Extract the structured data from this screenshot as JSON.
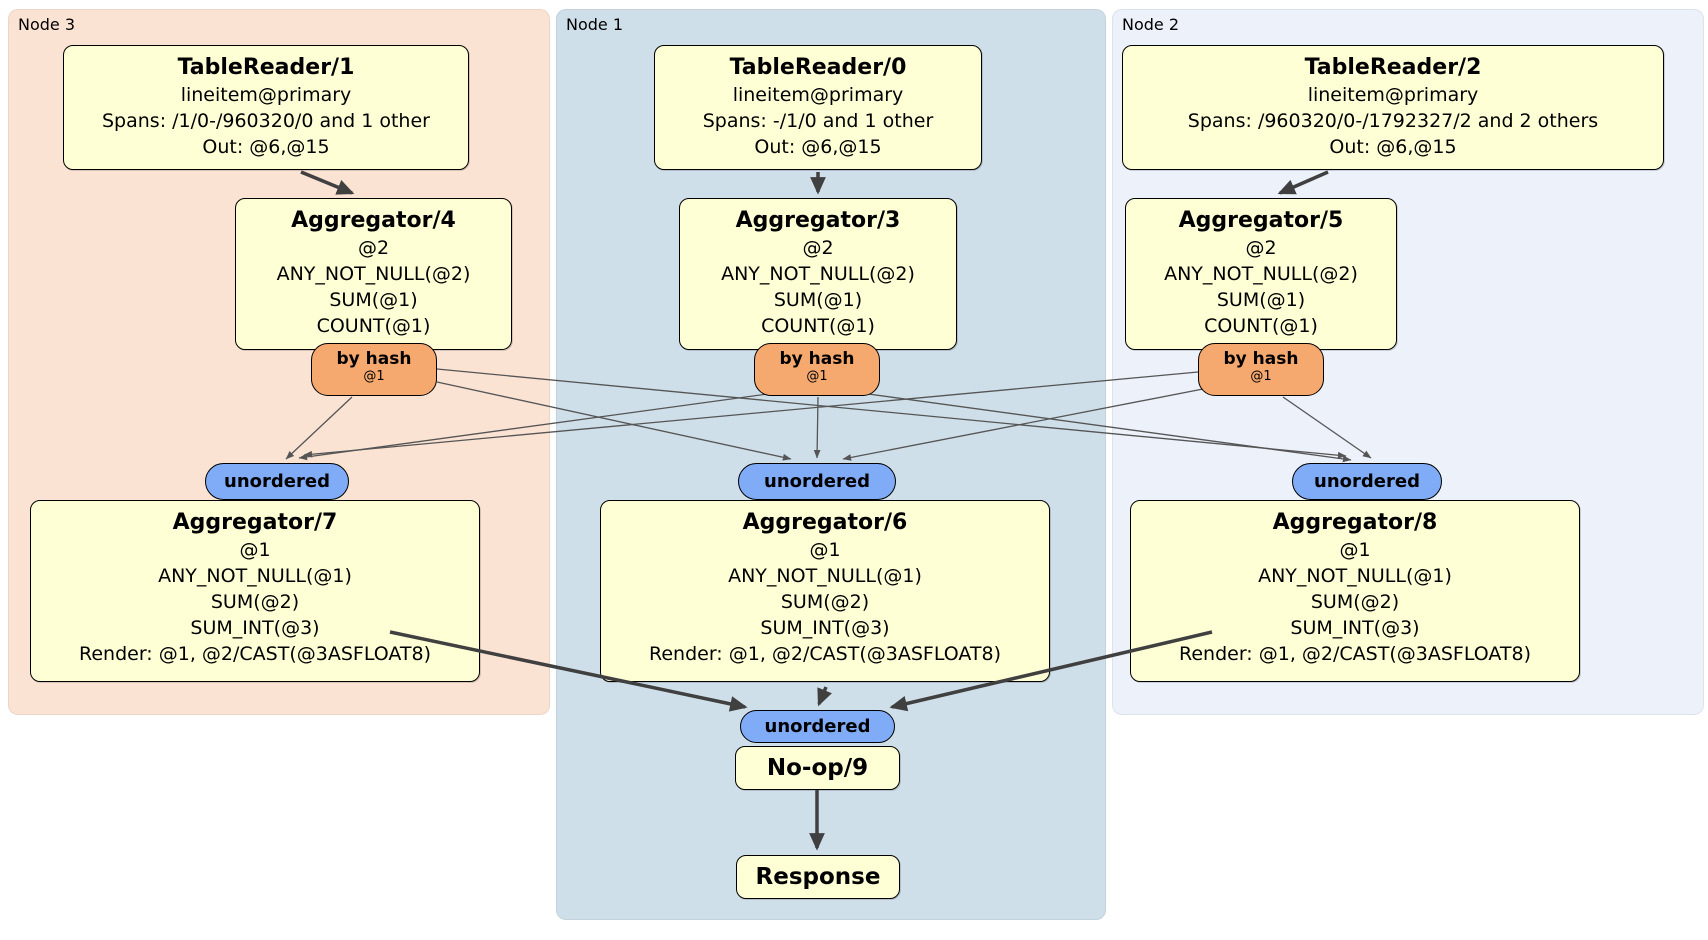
{
  "regions": {
    "node3": {
      "label": "Node 3"
    },
    "node1": {
      "label": "Node 1"
    },
    "node2": {
      "label": "Node 2"
    }
  },
  "boxes": {
    "tr1": {
      "title": "TableReader/1",
      "lines": [
        "lineitem@primary",
        "Spans: /1/0-/960320/0 and 1 other",
        "Out: @6,@15"
      ]
    },
    "tr0": {
      "title": "TableReader/0",
      "lines": [
        "lineitem@primary",
        "Spans: -/1/0 and 1 other",
        "Out: @6,@15"
      ]
    },
    "tr2": {
      "title": "TableReader/2",
      "lines": [
        "lineitem@primary",
        "Spans: /960320/0-/1792327/2 and 2 others",
        "Out: @6,@15"
      ]
    },
    "agg4": {
      "title": "Aggregator/4",
      "lines": [
        "@2",
        "ANY_NOT_NULL(@2)",
        "SUM(@1)",
        "COUNT(@1)"
      ]
    },
    "agg3": {
      "title": "Aggregator/3",
      "lines": [
        "@2",
        "ANY_NOT_NULL(@2)",
        "SUM(@1)",
        "COUNT(@1)"
      ]
    },
    "agg5": {
      "title": "Aggregator/5",
      "lines": [
        "@2",
        "ANY_NOT_NULL(@2)",
        "SUM(@1)",
        "COUNT(@1)"
      ]
    },
    "agg7": {
      "title": "Aggregator/7",
      "lines": [
        "@1",
        "ANY_NOT_NULL(@1)",
        "SUM(@2)",
        "SUM_INT(@3)",
        "Render: @1, @2/CAST(@3ASFLOAT8)"
      ]
    },
    "agg6": {
      "title": "Aggregator/6",
      "lines": [
        "@1",
        "ANY_NOT_NULL(@1)",
        "SUM(@2)",
        "SUM_INT(@3)",
        "Render: @1, @2/CAST(@3ASFLOAT8)"
      ]
    },
    "agg8": {
      "title": "Aggregator/8",
      "lines": [
        "@1",
        "ANY_NOT_NULL(@1)",
        "SUM(@2)",
        "SUM_INT(@3)",
        "Render: @1, @2/CAST(@3ASFLOAT8)"
      ]
    },
    "noop": {
      "title": "No-op/9"
    },
    "response": {
      "title": "Response"
    }
  },
  "router": {
    "label": "by hash",
    "sub": "@1"
  },
  "sync": {
    "label": "unordered"
  },
  "colors": {
    "node3_bg": "#fbe3d4",
    "node1_bg": "#cfdfe9",
    "node2_bg": "#ecf1fa",
    "box_bg": "#ffffd6",
    "router_bg": "#f6a96f",
    "sync_bg": "#7fabf7",
    "edge_thin": "#555555",
    "edge_thick": "#404040"
  }
}
